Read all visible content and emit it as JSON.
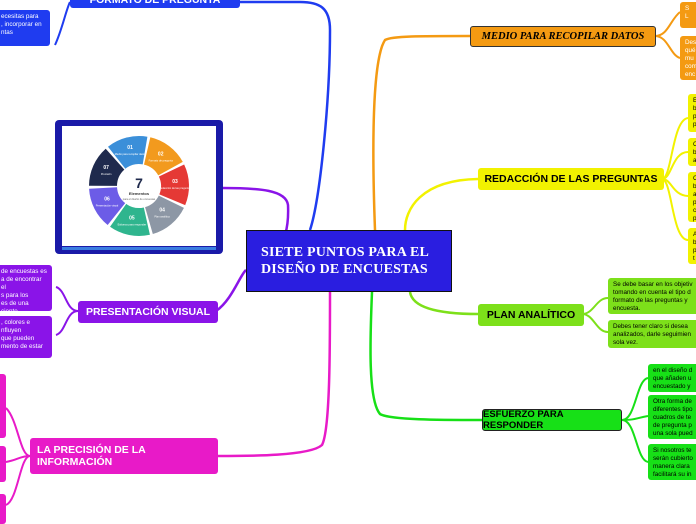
{
  "central": {
    "title": "SIETE PUNTOS PARA EL DISEÑO DE ENCUESTAS"
  },
  "topics": {
    "formato": "FORMATO DE PREGUNTA",
    "medio": "MEDIO PARA RECOPILAR DATOS",
    "redaccion": "REDACCIÓN DE LAS PREGUNTAS",
    "plan": "PLAN ANALÍTICO",
    "esfuerzo": "ESFUERZO PARA RESPONDER",
    "presentacion": "PRESENTACIÓN VISUAL",
    "precision": "LA PRECISIÓN DE LA INFORMACIÓN"
  },
  "notes": {
    "formato_1": "ecesitas para\n, incorporar en\nntas",
    "presentacion_1": "de encuestas es\na de encontrar el\ns para los\nes de una\nciente.",
    "presentacion_2": ", colores e\nnfluyen\nque pueden\nmento de estar",
    "plan_1": "Se debe basar en los objetiv\ntomando en cuenta el tipo d\nformato de las preguntas y\nencuesta.",
    "plan_2": "Debes tener claro si desea\nanalizados, darle seguimien\nsola vez.",
    "esfuerzo_1": "en el diseño d\nque añaden u\nencuestado y",
    "esfuerzo_2": "Otra forma de\ndiferentes tipo\ncuadros de te\nde pregunta p\nuna sola pued",
    "esfuerzo_3": "Si nosotros te\nserán cubierto\nmanera clara\nfacilitará su in",
    "medio_1": "S\nL",
    "medio_2": "Des\nqué\nmu\ncom\nenc",
    "redaccion_1": "E\nb\np\np",
    "redaccion_2": "C\nb\na",
    "redaccion_3": "C\nb\na\np\nc\np",
    "redaccion_4": "A\nb\np\nt"
  },
  "infographic": {
    "number": "7",
    "center_label": "Elementos",
    "center_sub": "para el diseño de encuestas",
    "segments": [
      {
        "num": "01",
        "label": "Medio para recopilar datos",
        "color": "#3b8fd9"
      },
      {
        "num": "02",
        "label": "Formato de pregunta",
        "color": "#f29a1e"
      },
      {
        "num": "03",
        "label": "Redacción de las preguntas",
        "color": "#e53935"
      },
      {
        "num": "04",
        "label": "Plan analítico",
        "color": "#8d97a5"
      },
      {
        "num": "05",
        "label": "Esfuerzo para responder",
        "color": "#2fb58e"
      },
      {
        "num": "06",
        "label": "Presentación visual",
        "color": "#6c5ce7"
      },
      {
        "num": "07",
        "label": "Precisión",
        "color": "#1f2a4d"
      }
    ]
  },
  "colors": {
    "central": "#2a1ee0",
    "blue": "#1f3cf0",
    "orange": "#f49a12",
    "yellow": "#f2f200",
    "lime": "#7de01a",
    "green": "#17e017",
    "purple": "#8a14e8",
    "magenta": "#e81ac8"
  }
}
